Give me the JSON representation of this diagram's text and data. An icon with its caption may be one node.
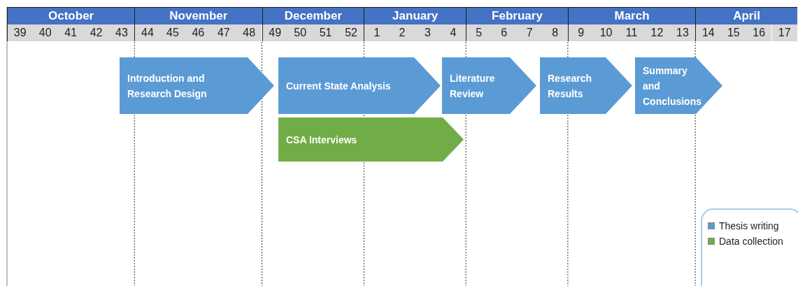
{
  "diagram": {
    "nodes": [
      {
        "text": [
          "Introduction and Research Design"
        ]
      },
      {
        "text": [
          "Current State Analysis"
        ]
      },
      {
        "text": [
          "Literature Review"
        ]
      },
      {
        "text": [
          "Research Results"
        ]
      },
      {
        "text": [
          "Summary and Conclusions"
        ]
      },
      {
        "text": [
          "CSA Interviews"
        ]
      }
    ],
    "labels": [
      "October",
      "November",
      "December",
      "January",
      "February",
      "March",
      "April",
      "39",
      "40",
      "41",
      "42",
      "43",
      "44",
      "45",
      "46",
      "47",
      "48",
      "49",
      "50",
      "51",
      "52",
      "1",
      "2",
      "3",
      "4",
      "5",
      "6",
      "7",
      "8",
      "9",
      "10",
      "11",
      "12",
      "13",
      "14",
      "15",
      "16",
      "17"
    ],
    "legend": [
      {
        "text": "Thesis writing",
        "color": "#5b9bd5"
      },
      {
        "text": "Data collection",
        "color": "#70ad47"
      }
    ]
  }
}
